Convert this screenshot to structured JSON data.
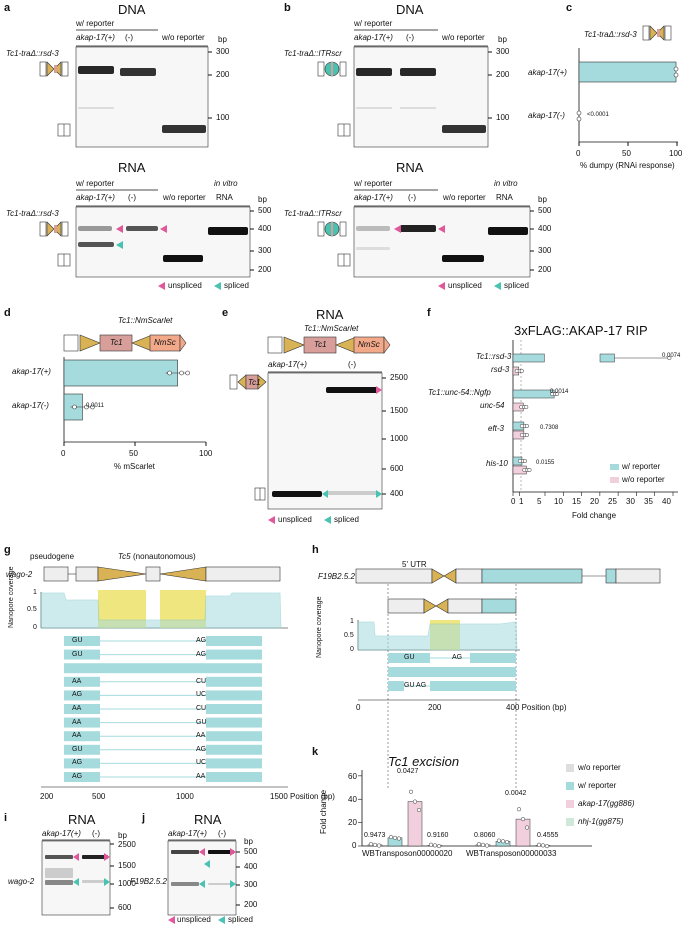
{
  "panels": {
    "a": "a",
    "b": "b",
    "c": "c",
    "d": "d",
    "e": "e",
    "f": "f",
    "g": "g",
    "h": "h",
    "i": "i",
    "j": "j",
    "k": "k"
  },
  "common": {
    "dna": "DNA",
    "rna": "RNA",
    "w_reporter": "w/ reporter",
    "akap_plus": "akap-17(+)",
    "minus": "(-)",
    "wo_reporter": "w/o reporter",
    "in_vitro_1": "in vitro",
    "in_vitro_2": "RNA",
    "bp": "bp",
    "unspliced": "unspliced",
    "spliced": "spliced"
  },
  "a": {
    "construct": "Tc1-traΔ::rsd-3",
    "dna_ticks": [
      "300",
      "200",
      "100"
    ],
    "rna_ticks": [
      "500",
      "400",
      "300",
      "200"
    ]
  },
  "b": {
    "construct": "Tc1-traΔ::ITRscr",
    "dna_ticks": [
      "300",
      "200",
      "100"
    ],
    "rna_ticks": [
      "500",
      "400",
      "300",
      "200"
    ]
  },
  "c": {
    "construct": "Tc1-traΔ::rsd-3",
    "rows": [
      "akap-17(+)",
      "akap-17(-)"
    ],
    "pvalue": "<0.0001",
    "xticks": [
      "0",
      "50",
      "100"
    ],
    "xlabel": "% dumpy (RNAi response)"
  },
  "d": {
    "construct": "Tc1::NmScarlet",
    "tc1": "Tc1",
    "nmsc": "NmSc",
    "rows": [
      "akap-17(+)",
      "akap-17(-)"
    ],
    "pvalue": "0.0011",
    "xticks": [
      "0",
      "50",
      "100"
    ],
    "xlabel": "% mScarlet"
  },
  "e": {
    "title": "RNA",
    "construct": "Tc1::NmScarlet",
    "tc1": "Tc1",
    "nmsc": "NmSc",
    "lanes": [
      "akap-17(+)",
      "(-)"
    ],
    "ticks": [
      "2500",
      "1500",
      "1000",
      "600",
      "400"
    ]
  },
  "f": {
    "title": "3xFLAG::AKAP-17 RIP",
    "rows": [
      "Tc1::rsd-3",
      "rsd-3",
      "Tc1::unc-54::Ngfp",
      "unc-54",
      "eft-3",
      "his-10"
    ],
    "pvalues": [
      "0.0074",
      "0.0014",
      "0.7308",
      "0.0155"
    ],
    "xticks": [
      "0",
      "1",
      "5",
      "10",
      "15",
      "20",
      "25",
      "30",
      "35",
      "40"
    ],
    "xlabel": "Fold change",
    "legend": [
      "w/ reporter",
      "w/o reporter"
    ]
  },
  "g": {
    "gene": "wago-2",
    "pseudogene": "pseudogene",
    "tc5": "Tc5",
    "tc5_note": "(nonautonomous)",
    "ylabel": "Nanopore coverage",
    "yticks": [
      "1",
      "0.5",
      "0"
    ],
    "reads": [
      [
        "GU",
        "AG"
      ],
      [
        "GU",
        "AG"
      ],
      [
        "",
        ""
      ],
      [
        "AA",
        "CU"
      ],
      [
        "AG",
        "UC"
      ],
      [
        "AA",
        "CU"
      ],
      [
        "AA",
        "GU"
      ],
      [
        "AA",
        "AA"
      ],
      [
        "GU",
        "AG"
      ],
      [
        "AG",
        "UC"
      ],
      [
        "AG",
        "AA"
      ]
    ],
    "xticks": [
      "200",
      "500",
      "1000",
      "1500 Position (bp)"
    ]
  },
  "h": {
    "gene": "F19B2.5.2",
    "utr": "5' UTR",
    "ylabel": "Nanopore coverage",
    "yticks": [
      "1",
      "0.5",
      "0"
    ],
    "reads": [
      [
        "GU",
        "AG"
      ],
      [
        "",
        ""
      ],
      [
        "GU AG",
        ""
      ]
    ],
    "xticks": [
      "0",
      "200",
      "400 Position (bp)"
    ]
  },
  "i": {
    "title": "RNA",
    "gene": "wago-2",
    "lanes": [
      "akap-17(+)",
      "(-)"
    ],
    "ticks": [
      "2500",
      "1500",
      "1000",
      "600"
    ]
  },
  "j": {
    "title": "RNA",
    "gene": "F19B2.5.2",
    "lanes": [
      "akap-17(+)",
      "(-)"
    ],
    "ticks": [
      "500",
      "400",
      "300",
      "200"
    ]
  },
  "k": {
    "title": "Tc1 excision",
    "ylabel": "Fold change",
    "yticks": [
      "0",
      "20",
      "40",
      "60"
    ],
    "legend": [
      "w/o reporter",
      "w/ reporter",
      "akap-17(gg886)",
      "nhj-1(gg875)"
    ],
    "categories": [
      "WBTransposon00000020",
      "WBTransposon00000033"
    ],
    "pvalues": [
      [
        "0.9473",
        "0.0427",
        "0.9160"
      ],
      [
        "0.8060",
        "0.0042",
        "0.4555"
      ]
    ]
  },
  "colors": {
    "teal": "#a6dbde",
    "pink": "#f2cfdc",
    "gold": "#d9b255",
    "mauve": "#d79e9a",
    "salmon": "#f2a98a",
    "marker_pink": "#e0579a",
    "marker_teal": "#49c2b1",
    "yellow": "#ece26a",
    "grey_bar": "#dedede"
  },
  "chart_data": [
    {
      "type": "bar",
      "panel": "c",
      "title": "",
      "xlabel": "% dumpy (RNAi response)",
      "ylabel": "",
      "categories": [
        "akap-17(+)",
        "akap-17(-)"
      ],
      "values": [
        99,
        0
      ],
      "xlim": [
        0,
        100
      ]
    },
    {
      "type": "bar",
      "panel": "d",
      "title": "",
      "xlabel": "% mScarlet",
      "ylabel": "",
      "categories": [
        "akap-17(+)",
        "akap-17(-)"
      ],
      "values": [
        80,
        13
      ],
      "xlim": [
        0,
        100
      ]
    },
    {
      "type": "bar",
      "panel": "f",
      "title": "3xFLAG::AKAP-17 RIP",
      "xlabel": "Fold change",
      "categories": [
        "Tc1::rsd-3",
        "rsd-3",
        "Tc1::unc-54::Ngfp",
        "unc-54",
        "eft-3",
        "his-10"
      ],
      "series": [
        {
          "name": "w/ reporter",
          "values": [
            24,
            null,
            7.5,
            null,
            1.7,
            1.4
          ]
        },
        {
          "name": "w/o reporter",
          "values": [
            null,
            0.9,
            null,
            1.6,
            1.7,
            2.1
          ]
        }
      ]
    },
    {
      "type": "bar",
      "panel": "k",
      "title": "Tc1 excision",
      "ylabel": "Fold change",
      "ylim": [
        0,
        65
      ],
      "categories": [
        "WBTransposon00000020",
        "WBTransposon00000033"
      ],
      "series": [
        {
          "name": "w/o reporter",
          "values": [
            1,
            1
          ]
        },
        {
          "name": "w/ reporter",
          "values": [
            7,
            4
          ]
        },
        {
          "name": "akap-17(gg886)",
          "values": [
            38,
            23
          ]
        },
        {
          "name": "nhj-1(gg875)",
          "values": [
            0.5,
            0.5
          ]
        }
      ]
    }
  ]
}
